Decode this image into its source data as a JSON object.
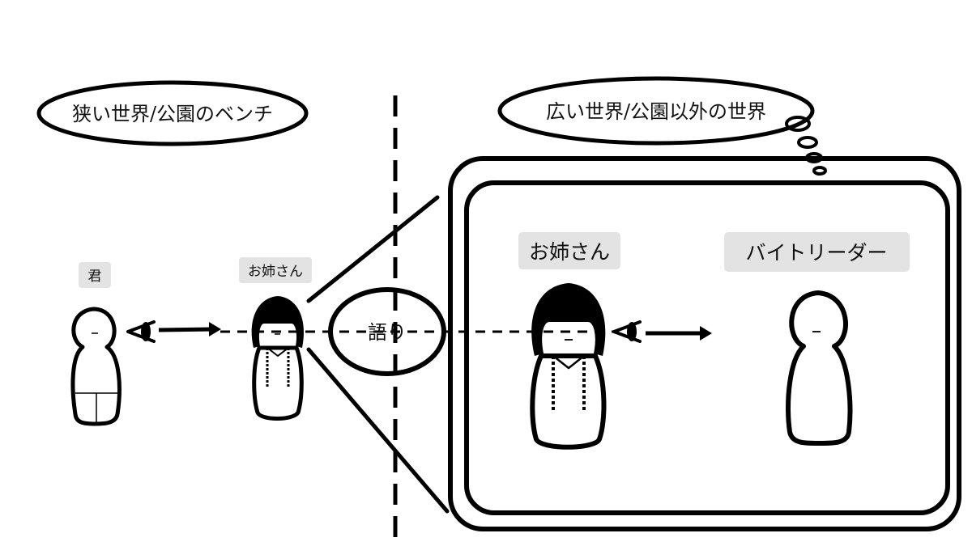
{
  "narrow_world": {
    "title": "狭い世界/公園のベンチ"
  },
  "wide_world": {
    "title": "広い世界/公園以外の世界"
  },
  "left_scene": {
    "you_label": "君",
    "sister_label": "お姉さん"
  },
  "narration": {
    "label": "語り"
  },
  "inner_scene": {
    "sister_label": "お姉さん",
    "leader_label": "バイトリーダー"
  },
  "colors": {
    "label_bg": "#e3e3e3",
    "ink": "#000000"
  }
}
